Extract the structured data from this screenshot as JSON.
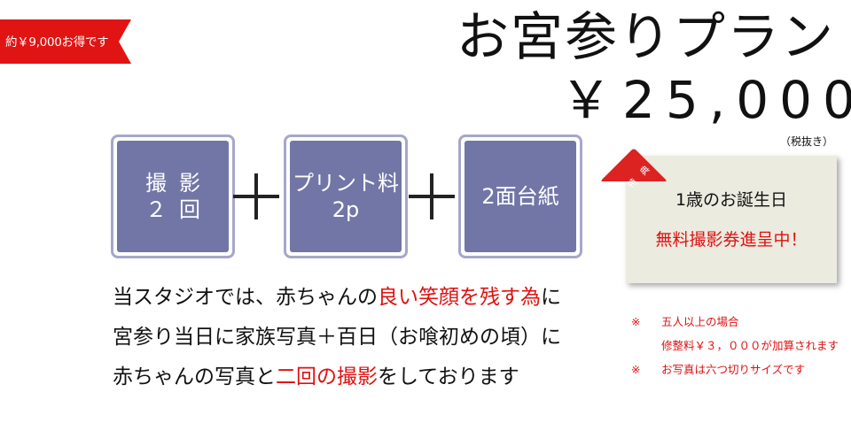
{
  "badge": {
    "text": "約￥9,000お得です"
  },
  "header": {
    "title": "お宮参りプラン",
    "price": "￥25,000",
    "tax_note": "（税抜き）"
  },
  "boxes": [
    {
      "line1": "撮影",
      "line2": "２回"
    },
    {
      "line1": "プリント料",
      "line2": "2p"
    },
    {
      "line1": "2面台紙"
    }
  ],
  "colors": {
    "box": "#7276a6",
    "box_border": "#a6a7c9",
    "accent_red": "#e01010",
    "badge_red": "#e11414"
  },
  "campaign": {
    "tag": "特典",
    "line1": "1歳のお誕生日",
    "line2": "無料撮影券進呈中！"
  },
  "description": {
    "line1_a": "当スタジオでは、赤ちゃんの",
    "line1_b": "良い笑顔を残す為",
    "line1_c": "に",
    "line2": "宮参り当日に家族写真＋百日（お喰初めの頃）に",
    "line3_a": "赤ちゃんの写真と",
    "line3_b": "二回の撮影",
    "line3_c": "をしております"
  },
  "notes": {
    "mark": "※",
    "note1": "五人以上の場合",
    "note1_sub": "修整料￥３，０００が加算されます",
    "note2": "お写真は六つ切りサイズです"
  }
}
